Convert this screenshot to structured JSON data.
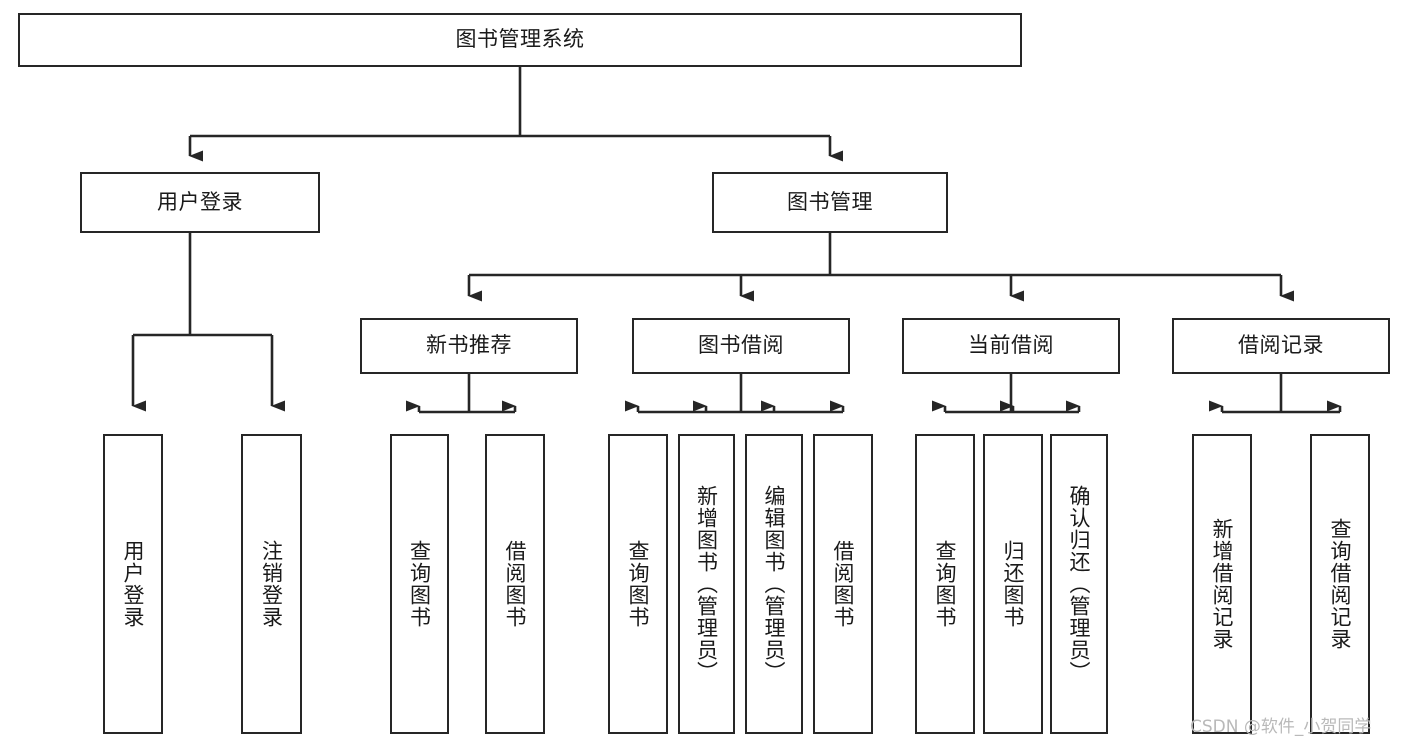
{
  "diagram": {
    "title": "图书管理系统",
    "type": "hierarchy-tree",
    "levels": 4,
    "root": {
      "id": "root",
      "label": "图书管理系统",
      "orientation": "horizontal"
    },
    "level2": [
      {
        "id": "user-login",
        "label": "用户登录",
        "orientation": "horizontal"
      },
      {
        "id": "book-management",
        "label": "图书管理",
        "orientation": "horizontal"
      }
    ],
    "level3": [
      {
        "id": "new-book-recommend",
        "label": "新书推荐",
        "orientation": "horizontal",
        "parent": "book-management"
      },
      {
        "id": "book-borrow",
        "label": "图书借阅",
        "orientation": "horizontal",
        "parent": "book-management"
      },
      {
        "id": "current-borrow",
        "label": "当前借阅",
        "orientation": "horizontal",
        "parent": "book-management"
      },
      {
        "id": "borrow-record",
        "label": "借阅记录",
        "orientation": "horizontal",
        "parent": "book-management"
      }
    ],
    "leaves": [
      {
        "id": "leaf-user-login",
        "label": "用户登录",
        "orientation": "vertical",
        "parent": "user-login"
      },
      {
        "id": "leaf-user-logout",
        "label": "注销登录",
        "orientation": "vertical",
        "parent": "user-login"
      },
      {
        "id": "leaf-query-book-1",
        "label": "查询图书",
        "orientation": "vertical",
        "parent": "new-book-recommend"
      },
      {
        "id": "leaf-borrow-book-1",
        "label": "借阅图书",
        "orientation": "vertical",
        "parent": "new-book-recommend"
      },
      {
        "id": "leaf-query-book-2",
        "label": "查询图书",
        "orientation": "vertical",
        "parent": "book-borrow"
      },
      {
        "id": "leaf-add-book",
        "label": "新增图书（管理员）",
        "orientation": "vertical",
        "parent": "book-borrow"
      },
      {
        "id": "leaf-edit-book",
        "label": "编辑图书（管理员）",
        "orientation": "vertical",
        "parent": "book-borrow"
      },
      {
        "id": "leaf-borrow-book-2",
        "label": "借阅图书",
        "orientation": "vertical",
        "parent": "book-borrow"
      },
      {
        "id": "leaf-query-book-3",
        "label": "查询图书",
        "orientation": "vertical",
        "parent": "current-borrow"
      },
      {
        "id": "leaf-return-book",
        "label": "归还图书",
        "orientation": "vertical",
        "parent": "current-borrow"
      },
      {
        "id": "leaf-confirm-return",
        "label": "确认归还（管理员）",
        "orientation": "vertical",
        "parent": "current-borrow"
      },
      {
        "id": "leaf-add-record",
        "label": "新增借阅记录",
        "orientation": "vertical",
        "parent": "borrow-record"
      },
      {
        "id": "leaf-query-record",
        "label": "查询借阅记录",
        "orientation": "vertical",
        "parent": "borrow-record"
      }
    ],
    "colors": {
      "stroke": "#262626",
      "fill": "#ffffff",
      "text": "#1a1a1a",
      "watermark": "#b9b9b9"
    }
  },
  "watermark": {
    "text": "CSDN @软件_小贺同学"
  }
}
